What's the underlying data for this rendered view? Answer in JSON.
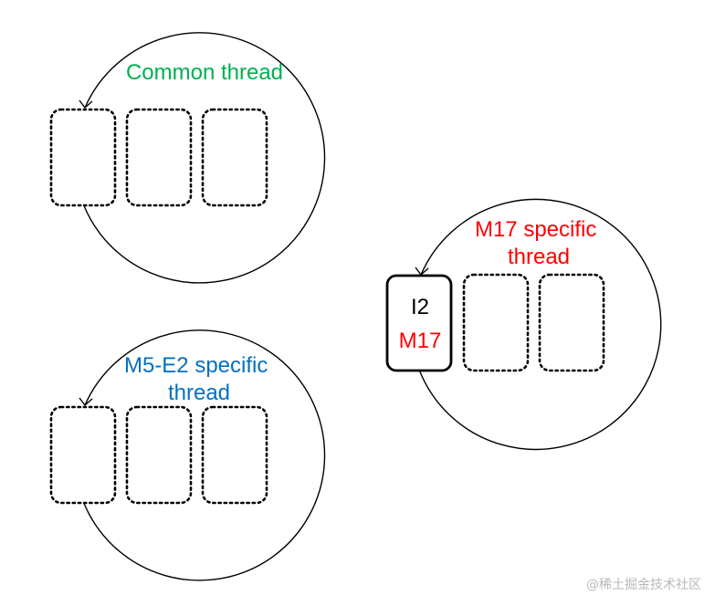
{
  "colors": {
    "common": "#00b050",
    "m5e2": "#0070c0",
    "m17": "#ff0000",
    "ink": "#000000",
    "watermark": "#b8b8b8"
  },
  "threads": {
    "common": {
      "label_lines": [
        "Common thread"
      ]
    },
    "m5e2": {
      "label_lines": [
        "M5-E2 specific",
        "thread"
      ]
    },
    "m17": {
      "label_lines": [
        "M17 specific",
        "thread"
      ],
      "first_slot_lines": [
        "I2",
        "M17"
      ]
    }
  },
  "watermark": "@稀土掘金技术社区"
}
